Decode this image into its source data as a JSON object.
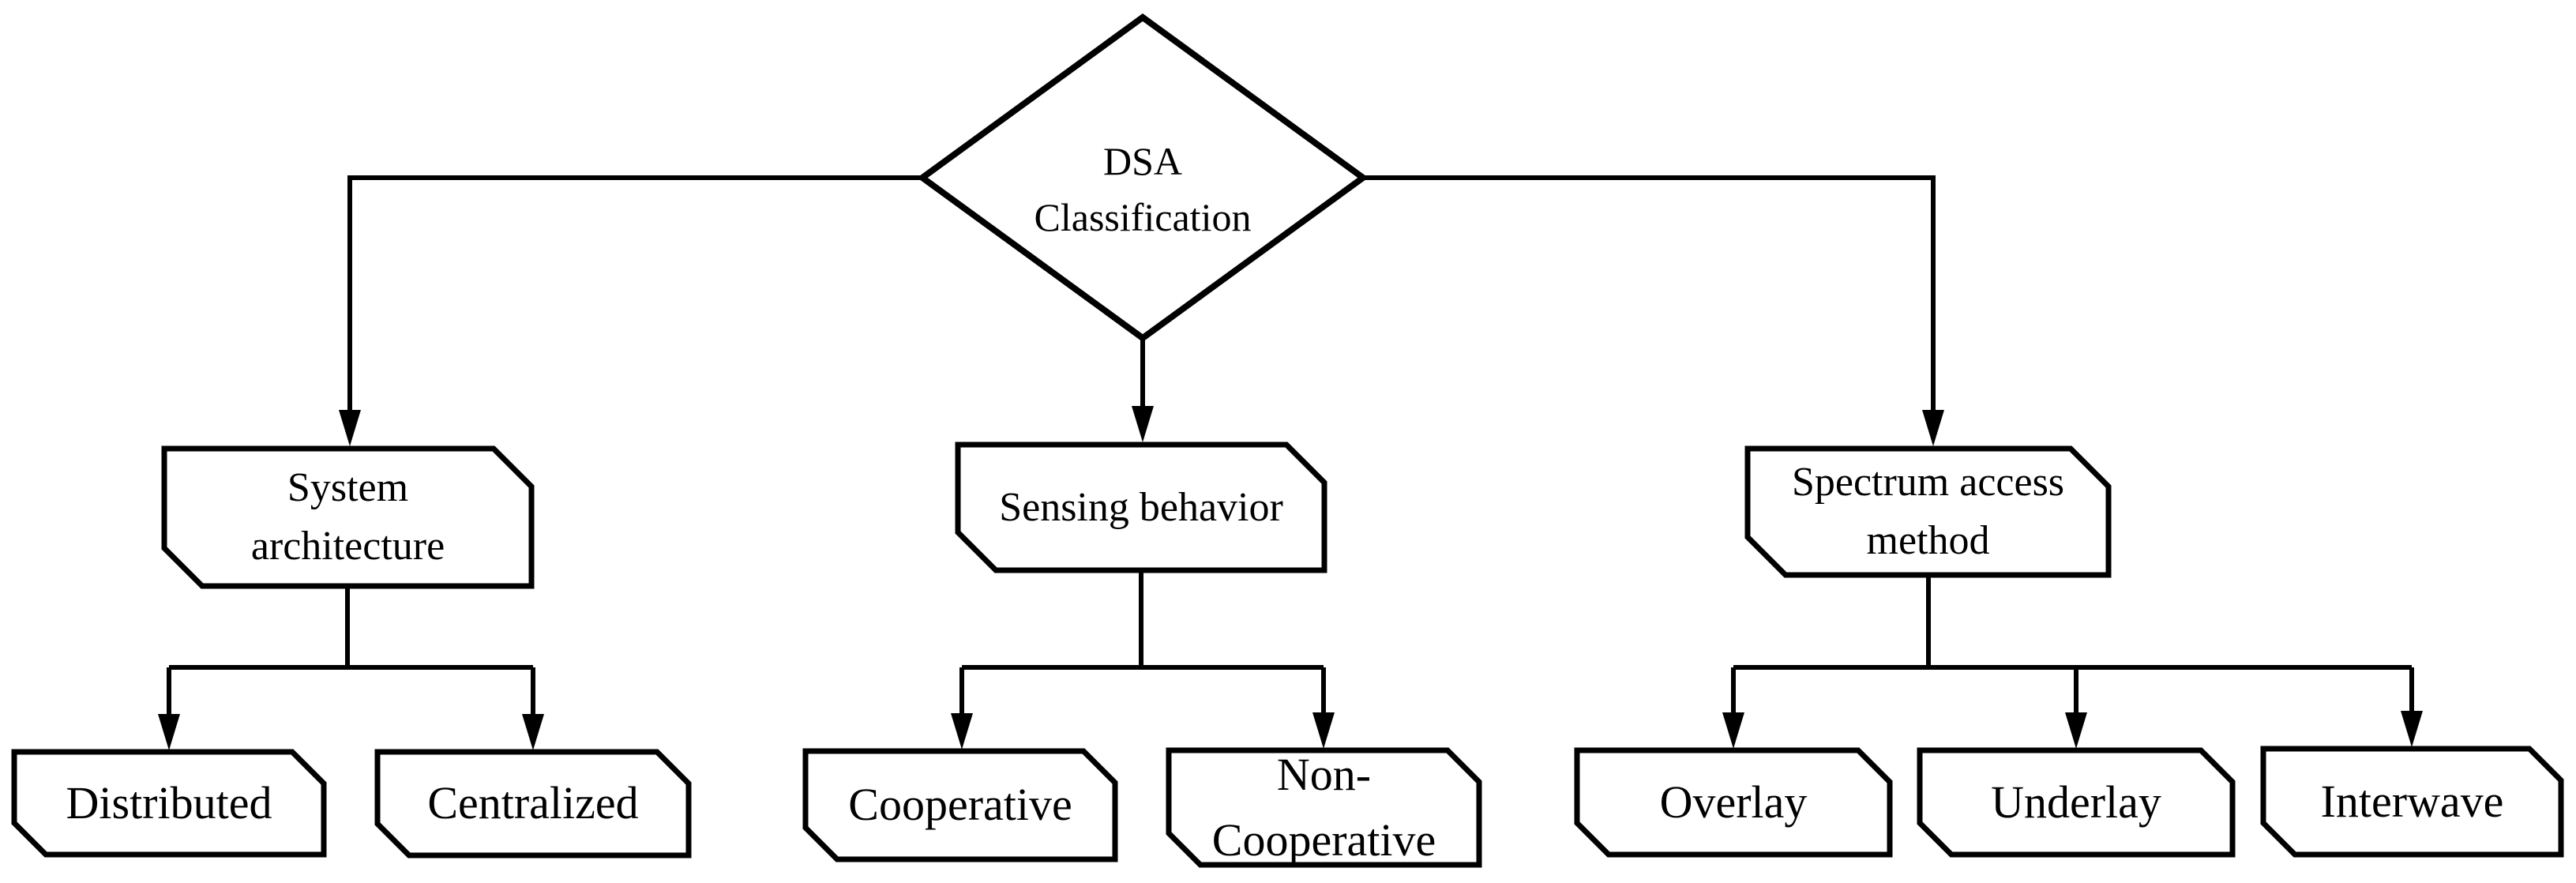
{
  "figure": {
    "type": "flowchart",
    "title": "DSA Classification",
    "background": "#ffffff",
    "line_color": "#000000",
    "node_fill": "#ffffff",
    "root_shape": "diamond",
    "node_shape": "rectangle with clipped top-right and bottom-left corners"
  },
  "root": {
    "label": "DSA\nClassification"
  },
  "branches": [
    {
      "label": "System\narchitecture",
      "children": [
        "Distributed",
        "Centralized"
      ]
    },
    {
      "label": "Sensing behavior",
      "children": [
        "Cooperative",
        "Non-\nCooperative"
      ]
    },
    {
      "label": "Spectrum access\nmethod",
      "children": [
        "Overlay",
        "Underlay",
        "Interwave"
      ]
    }
  ]
}
